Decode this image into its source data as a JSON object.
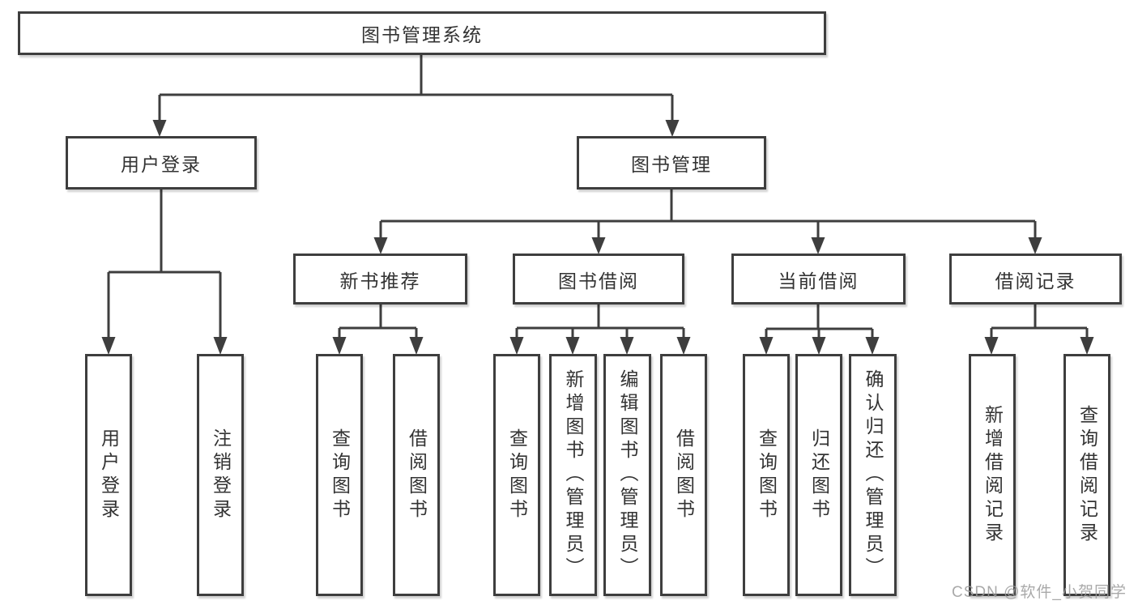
{
  "nodes": {
    "root": "图书管理系统",
    "user_login": "用户登录",
    "book_mgmt": "图书管理",
    "new_books": "新书推荐",
    "book_borrow": "图书借阅",
    "current_borrow": "当前借阅",
    "borrow_records": "借阅记录",
    "ul_user_login": "用户登录",
    "ul_logout": "注销登录",
    "nb_query_books": "查询图书",
    "nb_borrow_books": "借阅图书",
    "bb_query_books": "查询图书",
    "bb_add_books": "新增图书（管理员）",
    "bb_edit_books": "编辑图书（管理员）",
    "bb_borrow_books": "借阅图书",
    "cb_query_books": "查询图书",
    "cb_return_books": "归还图书",
    "cb_confirm_return": "确认归还（管理员）",
    "br_add_record": "新增借阅记录",
    "br_query_record": "查询借阅记录"
  },
  "watermark": "CSDN @软件_小贺同学",
  "colors": {
    "line": "#3e3e3e",
    "text": "#333333",
    "background": "#ffffff",
    "watermark": "#9b9b9b"
  }
}
